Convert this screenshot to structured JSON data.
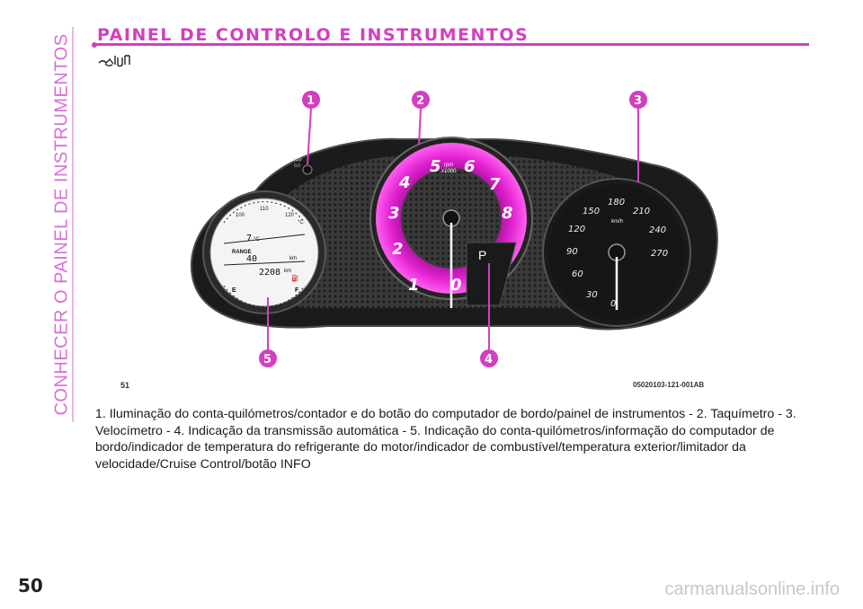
{
  "side_tab": {
    "text": "CONHECER O PAINEL DE INSTRUMENTOS",
    "color": "#d86fd6"
  },
  "header": {
    "title": "PAINEL DE CONTROLO E INSTRUMENTOS",
    "accent": "#d23fc0"
  },
  "figure": {
    "callouts": [
      "1",
      "2",
      "3",
      "4",
      "5"
    ],
    "code_left": "51",
    "code_right": "05020103-121-001AB",
    "trip": {
      "label": "TRP",
      "value": "0.0"
    },
    "tachometer": {
      "numbers": [
        "0",
        "1",
        "2",
        "3",
        "4",
        "5",
        "6",
        "7",
        "8"
      ],
      "unit_top": "rpm",
      "unit_bottom": "x1000",
      "color": "#e020d0"
    },
    "speedometer": {
      "numbers": [
        "0",
        "30",
        "60",
        "90",
        "120",
        "150",
        "180",
        "210",
        "240",
        "270"
      ],
      "unit": "km/h"
    },
    "gear": "P",
    "left_gauge": {
      "temp_ticks": [
        "100",
        "110",
        "120"
      ],
      "temp_unit": "°C",
      "outside_temp": "7",
      "outside_temp_unit": "°C",
      "range_label": "RANGE",
      "range_value": "40",
      "range_unit": "km",
      "odometer": "2208",
      "odometer_unit": "km",
      "fuel_empty": "E",
      "fuel_full": "F"
    }
  },
  "caption": "1. Iluminação do conta-quilómetros/contador e do botão do computador de bordo/painel de instrumentos - 2. Taquímetro - 3. Velocímetro - 4. Indicação da transmissão automática - 5. Indicação do conta-quilómetros/informação do computador de bordo/indicador de temperatura do refrigerante do motor/indicador de combustível/temperatura exterior/limitador da velocidade/Cruise Control/botão INFO",
  "page_number": "50",
  "watermark": "carmanualsonline.info"
}
